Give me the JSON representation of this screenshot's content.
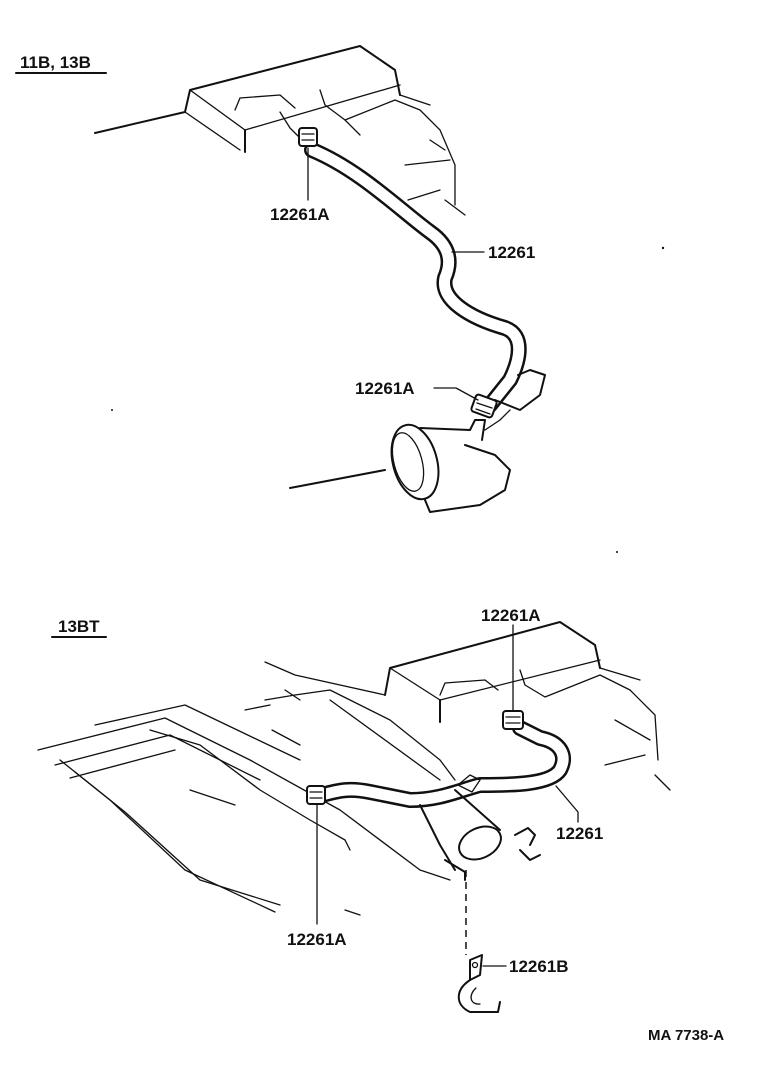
{
  "diagram": {
    "upper_section": {
      "variant_label": "11B, 13B",
      "parts": {
        "clamp_top": "12261A",
        "hose": "12261",
        "clamp_bottom": "12261A"
      }
    },
    "lower_section": {
      "variant_label": "13BT",
      "parts": {
        "clamp_right": "12261A",
        "hose": "12261",
        "clamp_left": "12261A",
        "bracket": "12261B"
      }
    },
    "figure_code": "MA 7738-A"
  }
}
